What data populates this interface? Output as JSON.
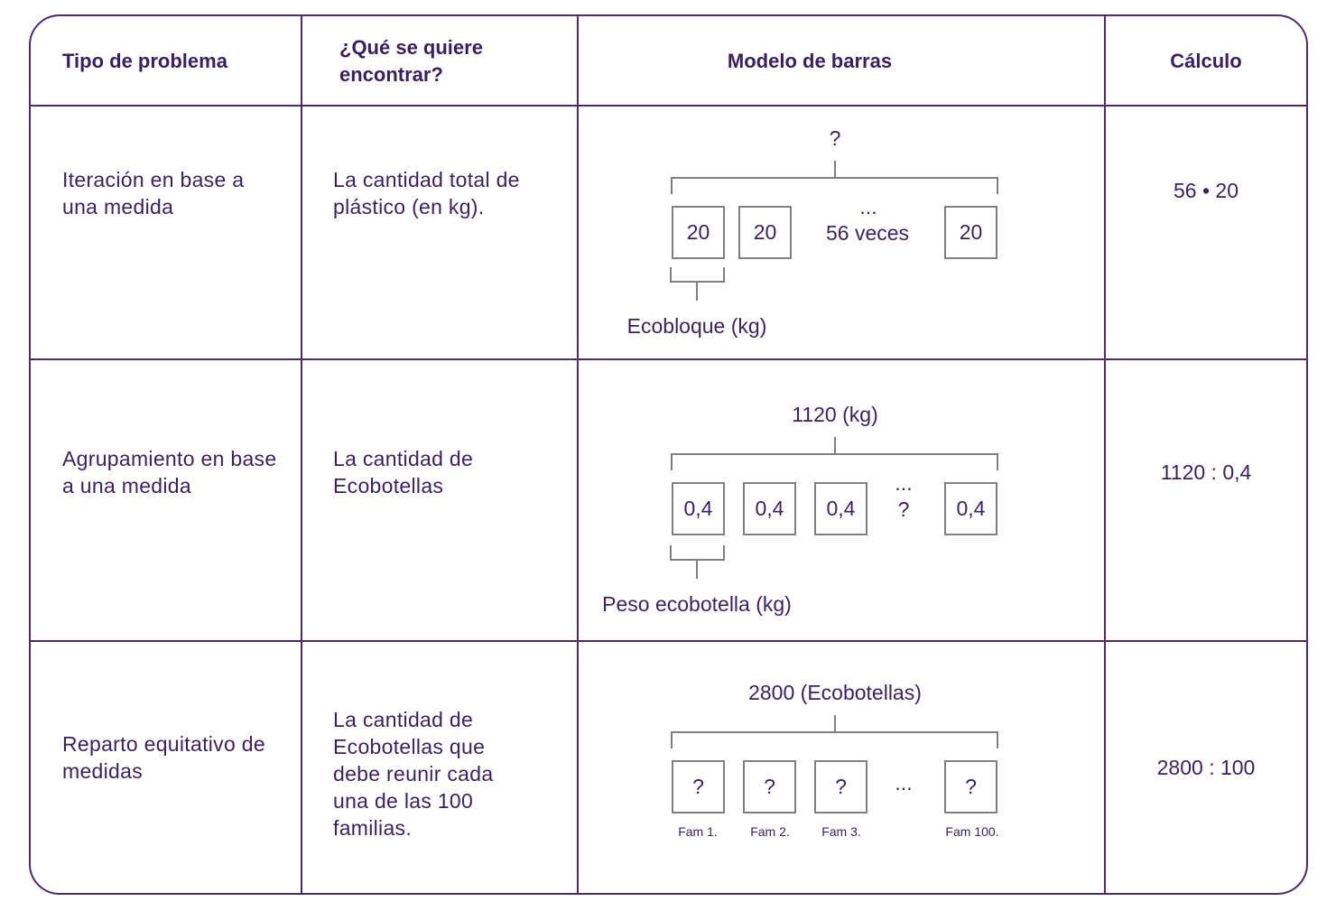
{
  "headers": [
    "Tipo de problema",
    "¿Qué se quiere encontrar?",
    "Modelo de barras",
    "Cálculo"
  ],
  "rows": [
    {
      "type": "Iteración en base a una medida",
      "find": "La cantidad total de plástico (en kg).",
      "calc": "56 • 20",
      "model": {
        "total": "?",
        "boxes": [
          "20",
          "20",
          "20"
        ],
        "ellipsis": "...",
        "middle": "56 veces",
        "unit_label": "Ecobloque (kg)"
      }
    },
    {
      "type": "Agrupamiento en base a una medida",
      "find": "La cantidad de Ecobotellas",
      "calc": "1120 : 0,4",
      "model": {
        "total": "1120 (kg)",
        "boxes": [
          "0,4",
          "0,4",
          "0,4",
          "0,4"
        ],
        "ellipsis": "...",
        "middle": "?",
        "unit_label": "Peso ecobotella (kg)"
      }
    },
    {
      "type": "Reparto equitativo de medidas",
      "find": "La cantidad de Ecobotellas que debe reunir cada una de las 100 familias.",
      "calc": "2800 : 100",
      "model": {
        "total": "2800 (Ecobotellas)",
        "boxes": [
          "?",
          "?",
          "?",
          "?"
        ],
        "ellipsis": "...",
        "labels": [
          "Fam 1.",
          "Fam 2.",
          "Fam 3.",
          "Fam 100."
        ]
      }
    }
  ]
}
